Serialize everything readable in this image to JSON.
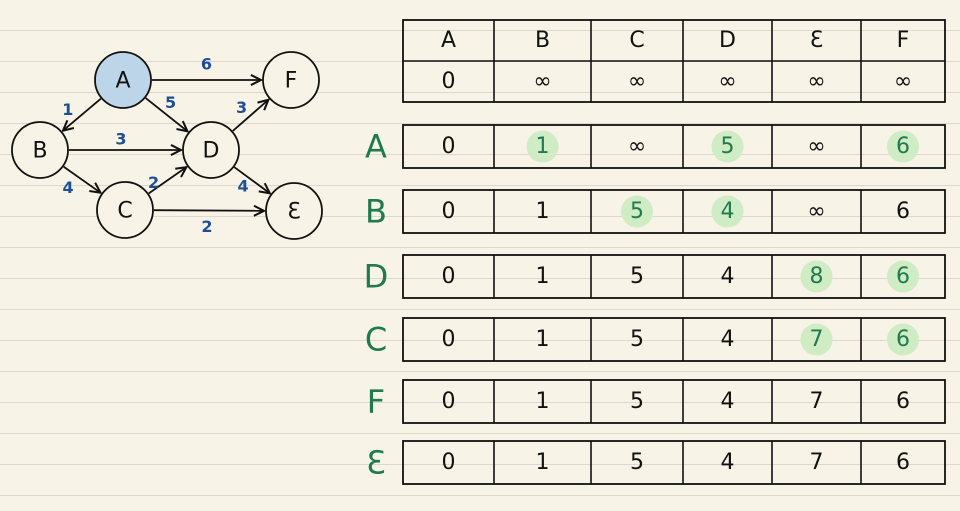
{
  "graph": {
    "nodes": [
      {
        "id": "A",
        "label": "A",
        "source": true
      },
      {
        "id": "B",
        "label": "B"
      },
      {
        "id": "C",
        "label": "C"
      },
      {
        "id": "D",
        "label": "D"
      },
      {
        "id": "E",
        "label": "Ɛ"
      },
      {
        "id": "F",
        "label": "F"
      }
    ],
    "edges": [
      {
        "from": "A",
        "to": "F",
        "weight": "6"
      },
      {
        "from": "A",
        "to": "B",
        "weight": "1"
      },
      {
        "from": "A",
        "to": "D",
        "weight": "5"
      },
      {
        "from": "B",
        "to": "D",
        "weight": "3"
      },
      {
        "from": "B",
        "to": "C",
        "weight": "4"
      },
      {
        "from": "C",
        "to": "D",
        "weight": "2"
      },
      {
        "from": "C",
        "to": "E",
        "weight": "2"
      },
      {
        "from": "D",
        "to": "F",
        "weight": "3"
      },
      {
        "from": "D",
        "to": "E",
        "weight": "4"
      }
    ]
  },
  "table": {
    "headers": [
      "A",
      "B",
      "C",
      "D",
      "Ɛ",
      "F"
    ],
    "initial": [
      "0",
      "∞",
      "∞",
      "∞",
      "∞",
      "∞"
    ],
    "steps": [
      {
        "label": "A",
        "values": [
          "0",
          "1",
          "∞",
          "5",
          "∞",
          "6"
        ],
        "highlight": [
          1,
          3,
          5
        ]
      },
      {
        "label": "B",
        "values": [
          "0",
          "1",
          "5",
          "4",
          "∞",
          "6"
        ],
        "highlight": [
          2,
          3
        ]
      },
      {
        "label": "D",
        "values": [
          "0",
          "1",
          "5",
          "4",
          "8",
          "6"
        ],
        "highlight": [
          4,
          5
        ]
      },
      {
        "label": "C",
        "values": [
          "0",
          "1",
          "5",
          "4",
          "7",
          "6"
        ],
        "highlight": [
          4,
          5
        ]
      },
      {
        "label": "F",
        "values": [
          "0",
          "1",
          "5",
          "4",
          "7",
          "6"
        ],
        "highlight": []
      },
      {
        "label": "Ɛ",
        "values": [
          "0",
          "1",
          "5",
          "4",
          "7",
          "6"
        ],
        "highlight": []
      }
    ]
  },
  "colors": {
    "background": "#f7f3e6",
    "source_node_fill": "#bdd5e8",
    "highlight_fill": "#cfecc4",
    "weight_text": "#1f4f93",
    "row_label": "#1f7a4e",
    "ink": "#111111"
  }
}
